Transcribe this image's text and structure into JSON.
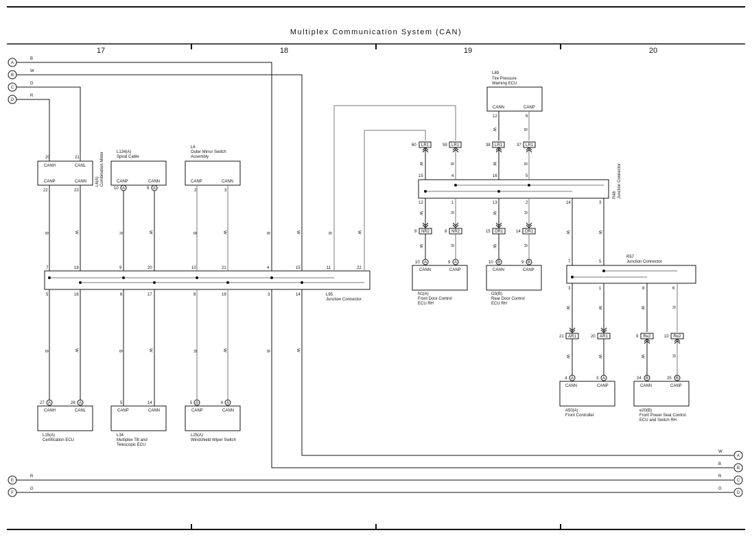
{
  "title": "Multiplex Communication System (CAN)",
  "columns": [
    "17",
    "18",
    "19",
    "20"
  ],
  "letters": [
    "A",
    "B",
    "C",
    "D",
    "E",
    "F"
  ],
  "colors": {
    "B": "B",
    "W": "W",
    "G": "G",
    "R": "R"
  },
  "top_wires": [
    {
      "letter": "A",
      "color": "B"
    },
    {
      "letter": "B",
      "color": "W"
    },
    {
      "letter": "C",
      "color": "G"
    },
    {
      "letter": "D",
      "color": "R"
    }
  ],
  "bottom_left": [
    {
      "letter": "E",
      "color": "R"
    },
    {
      "letter": "F",
      "color": "G"
    }
  ],
  "bottom_right": [
    {
      "letter": "A",
      "color": "W"
    },
    {
      "letter": "B",
      "color": "B"
    },
    {
      "letter": "C",
      "color": "R"
    },
    {
      "letter": "D",
      "color": "G"
    }
  ],
  "components": {
    "l6a": {
      "name": "L6(A)",
      "desc": "Combination Meter",
      "pins": [
        "CANH",
        "CANL",
        "CANP",
        "CANN"
      ],
      "pin_nums": [
        "20",
        "21",
        "22",
        "23"
      ]
    },
    "l134": {
      "name": "L134(A)",
      "desc": "Spiral Cable",
      "pins": [
        "CANP",
        "CANN"
      ],
      "pin_nums": [
        "10",
        "9"
      ],
      "conn": "A"
    },
    "l6": {
      "name": "L6",
      "desc": "Outer Mirror Switch",
      "desc2": "Assembly",
      "pins": [
        "CANP",
        "CANN"
      ],
      "pin_nums": [
        "2",
        "3"
      ]
    },
    "l89": {
      "name": "L89",
      "desc": "Tire Pressure",
      "desc2": "Warning ECU",
      "pins": [
        "CANN",
        "CANP"
      ],
      "pin_nums": [
        "12",
        "6"
      ]
    },
    "r48": {
      "name": "R48",
      "desc": "Junction Connector",
      "top_pins": [
        "15",
        "4",
        "16",
        "5"
      ],
      "bot_pins": [
        "12",
        "1",
        "13",
        "2",
        "14",
        "3"
      ]
    },
    "l95": {
      "name": "L95",
      "desc": "Junction Connector",
      "top_pins": [
        "7",
        "18",
        "9",
        "20",
        "10",
        "21",
        "4",
        "15",
        "11",
        "22"
      ],
      "bot_pins": [
        "5",
        "16",
        "6",
        "17",
        "8",
        "19",
        "3",
        "14"
      ]
    },
    "n1": {
      "name": "N1(A)",
      "desc": "Front Door Control",
      "desc2": "ECU RH",
      "pins": [
        "CANN",
        "CANP"
      ],
      "pin_nums": [
        "10",
        "9"
      ],
      "conn": "A"
    },
    "o3": {
      "name": "O3(B)",
      "desc": "Rear Door Control",
      "desc2": "ECU RH",
      "pins": [
        "CANN",
        "CANP"
      ],
      "pin_nums": [
        "10",
        "9"
      ],
      "conn": "B"
    },
    "r57": {
      "name": "R57",
      "desc": "Junction Connector",
      "top_pins": [
        "7",
        "5"
      ],
      "bot_pins": [
        "3",
        "1",
        "8",
        "6"
      ]
    },
    "a50": {
      "name": "A50(A)",
      "desc": "Front Controller",
      "pins": [
        "CANN",
        "CANP"
      ],
      "pin_nums": [
        "4",
        "3"
      ],
      "conn": "A"
    },
    "e20": {
      "name": "e20(B)",
      "desc": "Front Power Seat Control",
      "desc2": "ECU and Switch RH",
      "pins": [
        "CANN",
        "CANP"
      ],
      "pin_nums": [
        "24",
        "25"
      ],
      "conn": "B"
    },
    "l15": {
      "name": "L15(A)",
      "desc": "Certification ECU",
      "pins": [
        "CANH",
        "CANL"
      ],
      "pin_nums": [
        "27",
        "28"
      ],
      "conn": "A"
    },
    "l34": {
      "name": "L34",
      "desc": "Multiplex Tilt and",
      "desc2": "Telescopic ECU",
      "pins": [
        "CANP",
        "CANN"
      ],
      "pin_nums": [
        "5",
        "14"
      ]
    },
    "l25": {
      "name": "L25(A)",
      "desc": "Windshield Wiper Switch",
      "pins": [
        "CANP",
        "CANN"
      ],
      "pin_nums": [
        "5",
        "6"
      ],
      "conn": "A"
    }
  },
  "junctions": {
    "lr1": {
      "code": "LR1",
      "pins": [
        "60",
        "59",
        "38",
        "37"
      ]
    },
    "nr2": {
      "code": "NR2",
      "pins": [
        "9",
        "8"
      ]
    },
    "or1": {
      "code": "OR1",
      "pins": [
        "15",
        "14"
      ]
    },
    "ar1": {
      "code": "AR1",
      "pins": [
        "21",
        "20"
      ]
    },
    "re2": {
      "code": "Re2",
      "pins": [
        "9",
        "10"
      ]
    }
  }
}
